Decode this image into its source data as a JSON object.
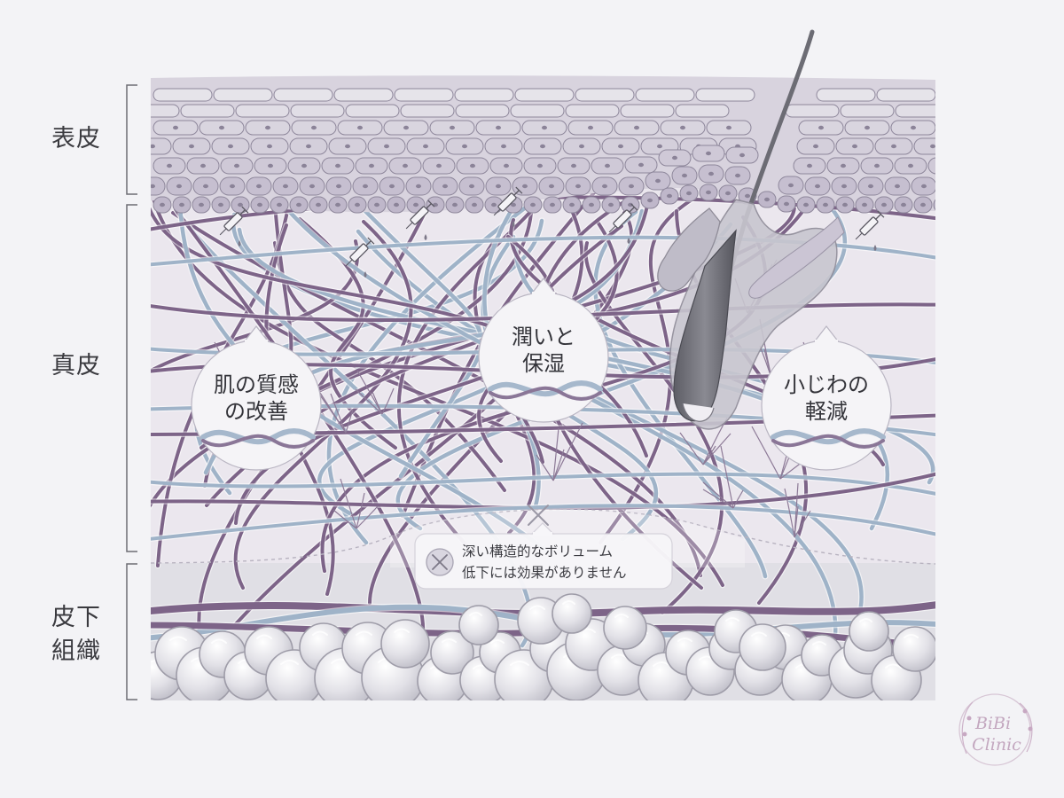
{
  "layers": {
    "epidermis": "表皮",
    "dermis": "真皮",
    "subcutaneous_line1": "皮下",
    "subcutaneous_line2": "組織"
  },
  "benefits": [
    {
      "line1": "肌の質感",
      "line2": "の改善"
    },
    {
      "line1": "潤いと",
      "line2": "保湿"
    },
    {
      "line1": "小じわの",
      "line2": "軽減"
    }
  ],
  "limitation_note": {
    "line1": "深い構造的なボリューム",
    "line2": "低下には効果がありません"
  },
  "logo": {
    "line1": "BiBi",
    "line2": "Clinic"
  },
  "colors": {
    "background": "#f3f3f6",
    "fiber_purple": "#7d6488",
    "fiber_blue": "#9fb3c8",
    "cell": "#dcd7e2",
    "fat_lobule": "#dfdee4",
    "logo": "#c3a7bf"
  }
}
